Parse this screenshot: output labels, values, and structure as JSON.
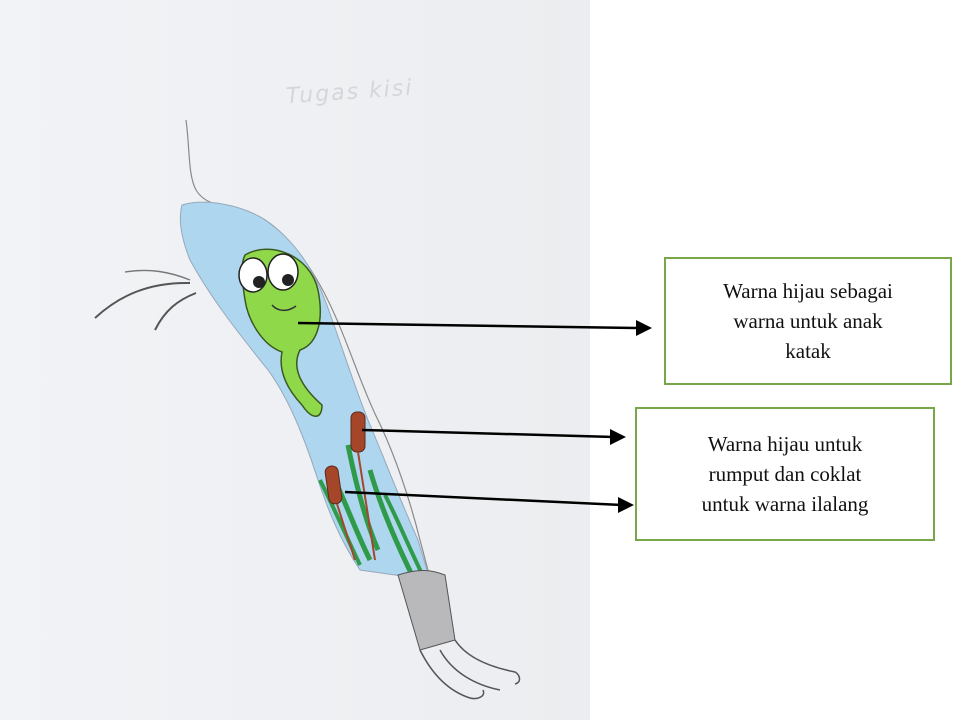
{
  "paper_title": "Tugas kisi",
  "callouts": [
    {
      "lines": [
        "Warna hijau sebagai",
        "warna untuk anak",
        "katak"
      ]
    },
    {
      "lines": [
        "Warna hijau untuk",
        "rumput dan coklat",
        "untuk warna ilalang"
      ]
    }
  ],
  "colors": {
    "callout_border": "#77a748",
    "water": "#a9d4ee",
    "tadpole": "#8fd84a",
    "grass": "#2f9a4a",
    "reed": "#a5452a",
    "arrow": "#000000"
  },
  "icons": [
    "tadpole-icon",
    "reed-icon",
    "grass-icon",
    "arrow-icon"
  ]
}
